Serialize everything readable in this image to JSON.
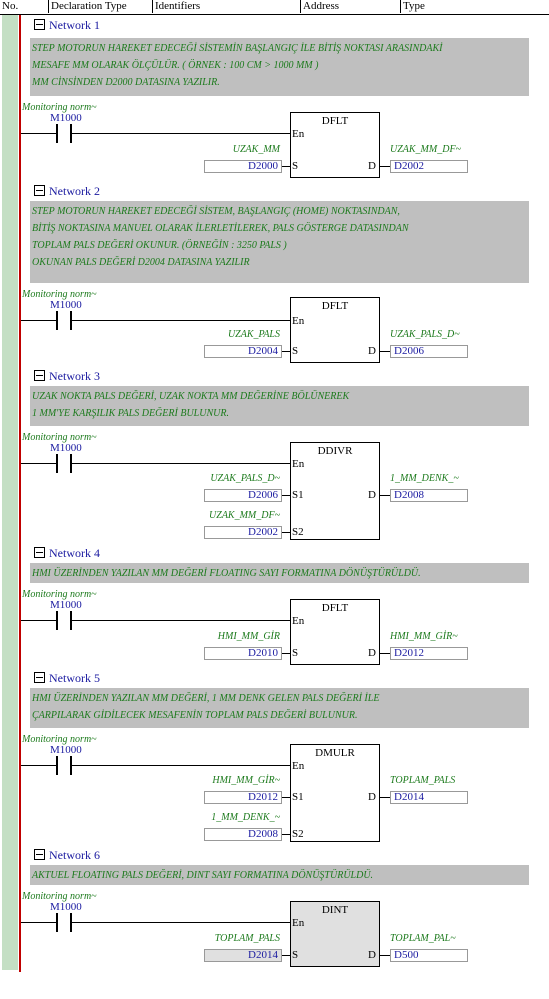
{
  "header": {
    "no": "No.",
    "declaration_type": "Declaration Type",
    "identifiers": "Identifiers",
    "address": "Address",
    "type": "Type"
  },
  "monitoring_label": "Monitoring norm~",
  "contact": "M1000",
  "pins": {
    "en": "En",
    "s": "S",
    "d": "D",
    "s1": "S1",
    "s2": "S2"
  },
  "networks": [
    {
      "title": "Network 1",
      "comment": [
        "STEP MOTORUN HAREKET EDECEĞİ SİSTEMİN BAŞLANGIÇ İLE BİTİŞ NOKTASI ARASINDAKİ",
        " MESAFE MM OLARAK ÖLÇÜLÜR. ( ÖRNEK : 100 CM > 1000 MM )",
        "MM CİNSİNDEN D2000 DATASINA YAZILIR."
      ],
      "block": "DFLT",
      "in1_label": "UZAK_MM",
      "in1_value": "D2000",
      "out_label": "UZAK_MM_DF~",
      "out_value": "D2002"
    },
    {
      "title": "Network 2",
      "comment": [
        "STEP MOTORUN HAREKET EDECEĞİ SİSTEM, BAŞLANGIÇ (HOME) NOKTASINDAN,",
        "BİTİŞ NOKTASINA MANUEL OLARAK İLERLETİLEREK, PALS GÖSTERGE DATASINDAN",
        "TOPLAM PALS DEĞERİ OKUNUR.  (ÖRNEĞİN : 3250 PALS )",
        "OKUNAN PALS DEĞERİ D2004 DATASINA YAZILIR"
      ],
      "block": "DFLT",
      "in1_label": "UZAK_PALS",
      "in1_value": "D2004",
      "out_label": "UZAK_PALS_D~",
      "out_value": "D2006"
    },
    {
      "title": "Network 3",
      "comment": [
        "UZAK NOKTA PALS DEĞERİ, UZAK NOKTA MM DEĞERİNE BÖLÜNEREK",
        "1 MM'YE KARŞILIK PALS DEĞERİ BULUNUR."
      ],
      "block": "DDIVR",
      "in1_label": "UZAK_PALS_D~",
      "in1_value": "D2006",
      "in2_label": "UZAK_MM_DF~",
      "in2_value": "D2002",
      "out_label": "1_MM_DENK_~",
      "out_value": "D2008"
    },
    {
      "title": "Network 4",
      "comment": [
        "HMI ÜZERİNDEN YAZILAN MM DEĞERİ FLOATING SAYI FORMATINA  DÖNÜŞTÜRÜLDÜ."
      ],
      "block": "DFLT",
      "in1_label": "HMI_MM_GİR",
      "in1_value": "D2010",
      "out_label": "HMI_MM_GİR~",
      "out_value": "D2012"
    },
    {
      "title": "Network 5",
      "comment": [
        "HMI ÜZERİNDEN YAZILAN MM DEĞERİ, 1 MM DENK GELEN PALS DEĞERİ İLE",
        "ÇARPILARAK GİDİLECEK MESAFENİN TOPLAM PALS DEĞERİ BULUNUR."
      ],
      "block": "DMULR",
      "in1_label": "HMI_MM_GİR~",
      "in1_value": "D2012",
      "in2_label": "1_MM_DENK_~",
      "in2_value": "D2008",
      "out_label": "TOPLAM_PALS",
      "out_value": "D2014"
    },
    {
      "title": "Network 6",
      "comment": [
        "AKTUEL FLOATING PALS DEĞERİ,  DINT SAYI FORMATINA DÖNÜŞTÜRÜLDÜ."
      ],
      "block": "DINT",
      "in1_label": "TOPLAM_PALS",
      "in1_value": "D2014",
      "out_label": "TOPLAM_PAL~",
      "out_value": "D500"
    }
  ]
}
